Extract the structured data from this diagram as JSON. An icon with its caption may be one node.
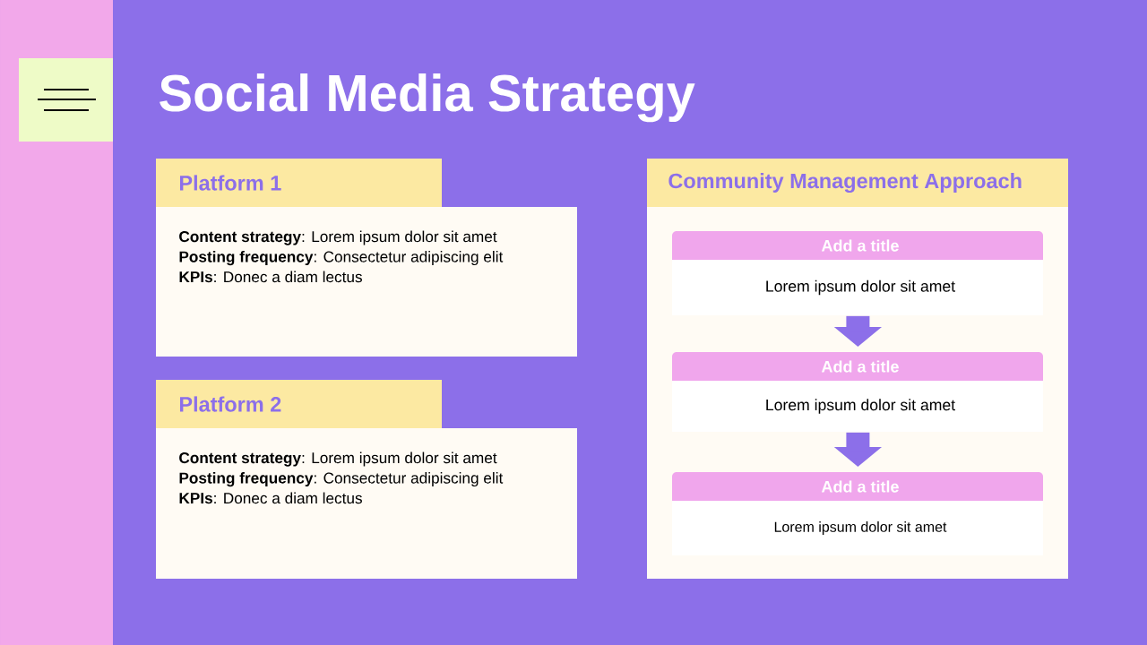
{
  "diagram": {
    "title": "Social Media Strategy",
    "nodes": [
      {
        "text": [
          "Platform 1",
          "**Content strategy**: Lorem ipsum dolor sit amet",
          "**Posting frequency**: Consectetur adipiscing elit",
          "**KPIs**: Donec a diam lectus"
        ]
      },
      {
        "text": [
          "Platform 2",
          "**Content strategy**: Lorem ipsum dolor sit amet",
          "**Posting frequency**: Consectetur adipiscing elit",
          "**KPIs**: Donec a diam lectus"
        ]
      },
      {
        "text": [
          "Community Management Approach"
        ]
      },
      {
        "text": [
          "Add a title",
          "Lorem ipsum dolor sit amet"
        ],
        "in": 2
      },
      {
        "text": [
          "Add a title",
          "Lorem ipsum dolor sit amet"
        ],
        "in": 2
      },
      {
        "text": [
          "Add a title",
          "Lorem ipsum dolor sit amet"
        ],
        "in": 2
      }
    ],
    "edges": [
      {
        "from": 3,
        "to": 4,
        "arrow": "to"
      },
      {
        "from": 4,
        "to": 5,
        "arrow": "to"
      }
    ]
  }
}
